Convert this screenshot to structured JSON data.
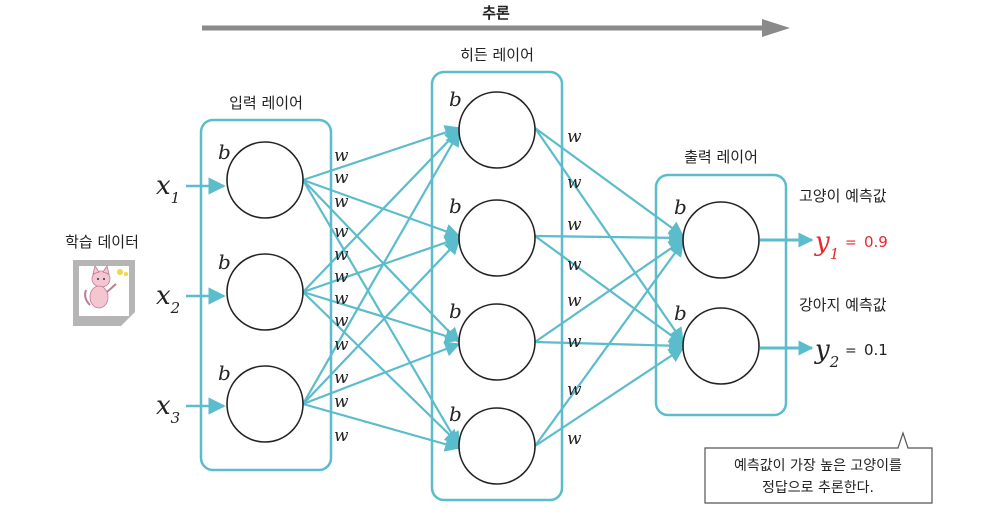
{
  "inference_label": "추론",
  "training_data_label": "학습 데이터",
  "layers": {
    "input": {
      "title": "입력 레이어",
      "node_count": 3
    },
    "hidden": {
      "title": "히든 레이어",
      "node_count": 4
    },
    "output": {
      "title": "출력 레이어",
      "node_count": 2
    }
  },
  "bias_label": "b",
  "weight_label": "w",
  "inputs": [
    {
      "base": "x",
      "sub": "1"
    },
    {
      "base": "x",
      "sub": "2"
    },
    {
      "base": "x",
      "sub": "3"
    }
  ],
  "outputs": [
    {
      "caption": "고양이 예측값",
      "base": "y",
      "sub": "1",
      "eq": "=",
      "value": "0.9",
      "highlight": true
    },
    {
      "caption": "강아지 예측값",
      "base": "y",
      "sub": "2",
      "eq": "=",
      "value": "0.1",
      "highlight": false
    }
  ],
  "callout": {
    "line1": "예측값이 가장 높은 고양이를",
    "line2": "정답으로 추론한다."
  },
  "colors": {
    "connection": "#5bbccb",
    "box_border": "#5bbccb",
    "arrow_gray": "#8a8a8a",
    "highlight_red": "#e8262d"
  }
}
